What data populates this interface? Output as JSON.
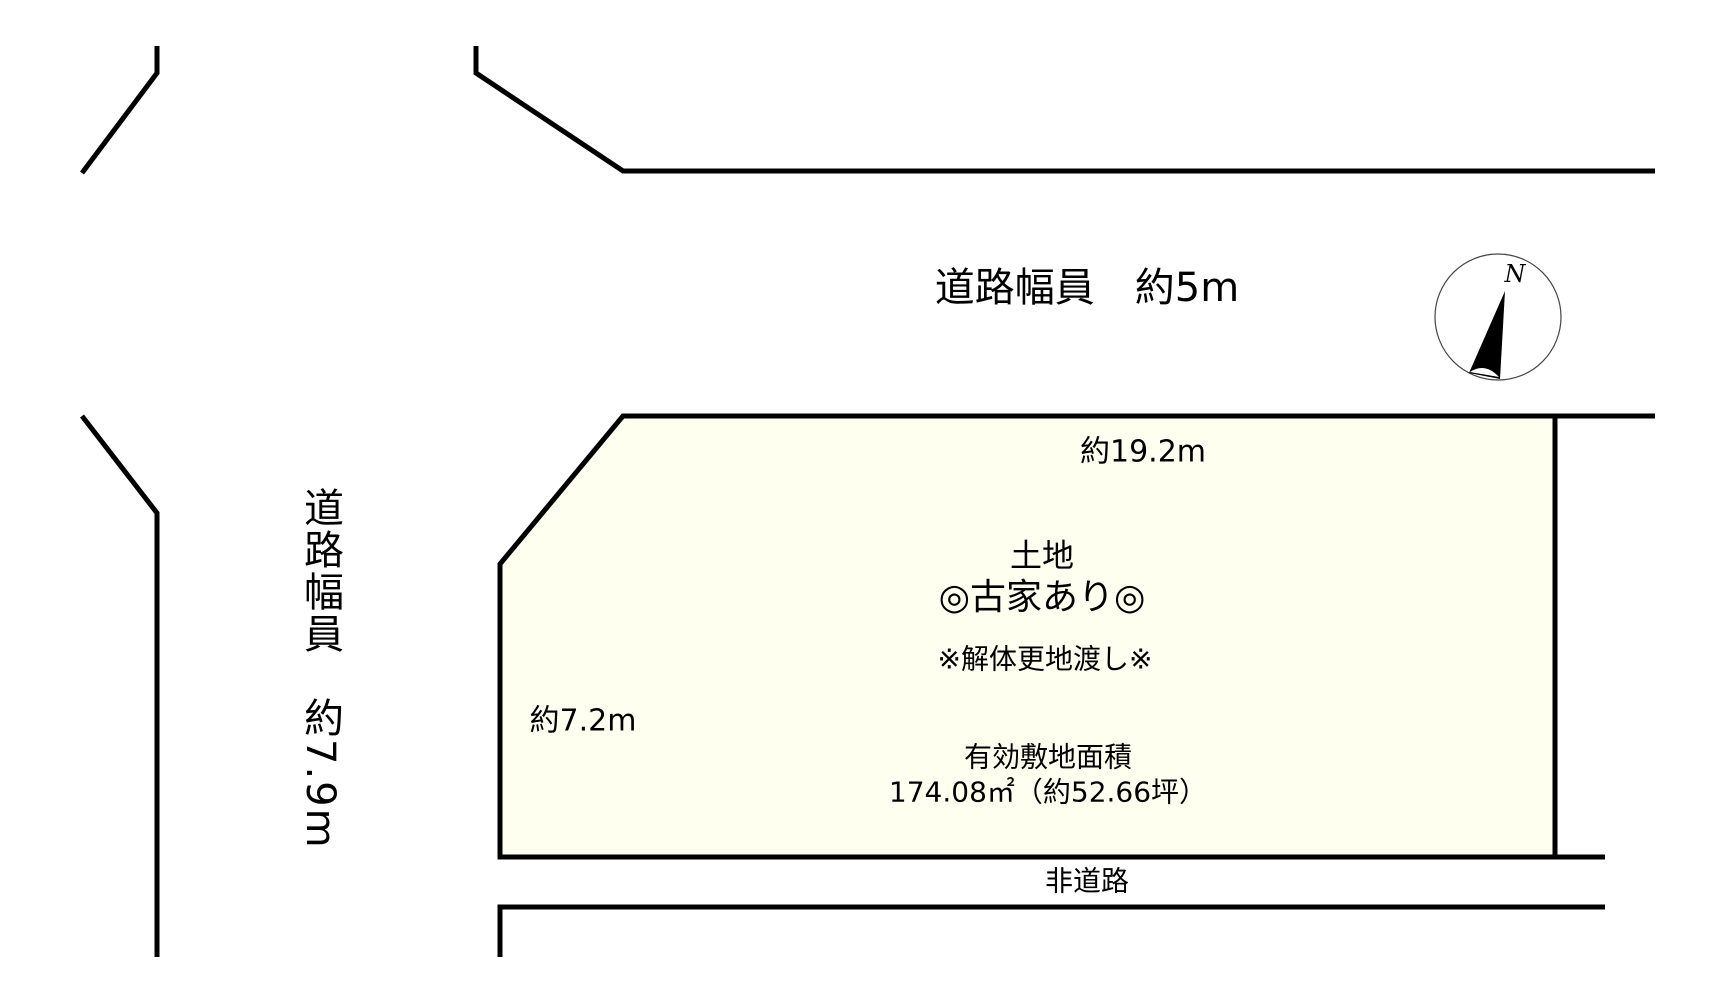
{
  "colors": {
    "lot_fill": "#fffff0",
    "line": "#000000"
  },
  "road_top": {
    "label": "道路幅員　約5m"
  },
  "road_left": {
    "label": "道路幅員　約7.9m"
  },
  "compass": {
    "label": "N",
    "icon": "north-arrow-icon"
  },
  "lot": {
    "frontage": "約19.2m",
    "depth": "約7.2m",
    "title": "土地",
    "subtitle": "◎古家あり◎",
    "note": "※解体更地渡し※",
    "area_label": "有効敷地面積",
    "area_value": "174.08㎡（約52.66坪）"
  },
  "road_bottom": {
    "label": "非道路"
  }
}
